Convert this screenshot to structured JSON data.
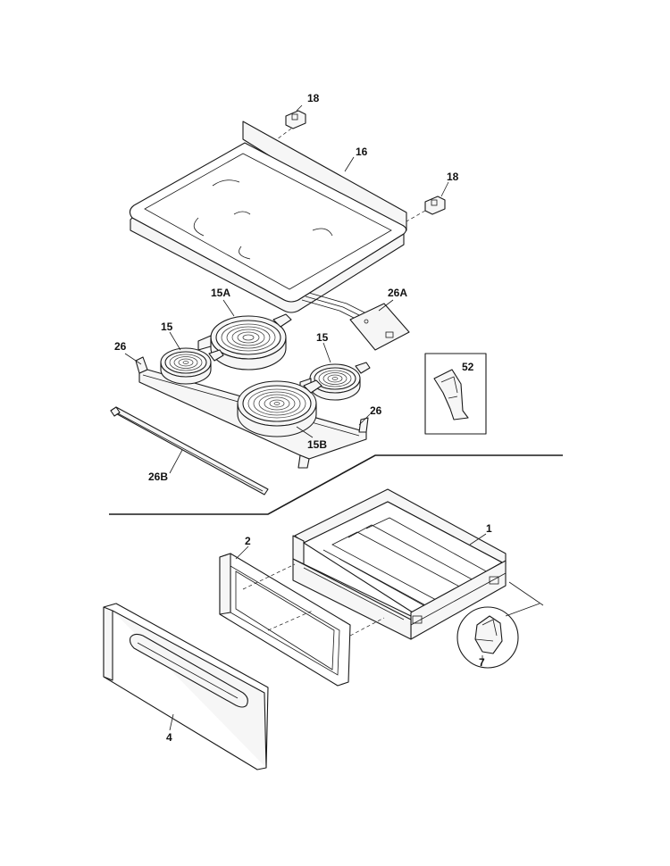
{
  "callouts": {
    "c18a": "18",
    "c16": "16",
    "c18b": "18",
    "c15A": "15A",
    "c26A": "26A",
    "c15a": "15",
    "c15b": "15",
    "c26a": "26",
    "c52": "52",
    "c26b": "26",
    "c15B": "15B",
    "c26B": "26B",
    "c1": "1",
    "c2": "2",
    "c7": "7",
    "c4": "4"
  },
  "colors": {
    "line": "#1a1a1a",
    "fill": "#f6f6f6",
    "background": "#ffffff"
  }
}
